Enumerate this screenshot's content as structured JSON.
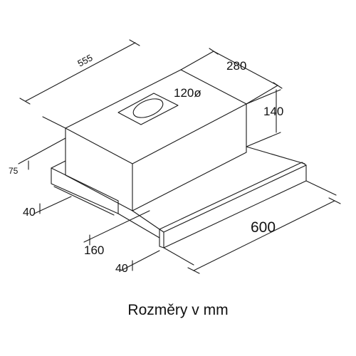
{
  "dimensions": {
    "depth": "555",
    "width_top": "280",
    "duct_diameter": "120ø",
    "height_top": "140",
    "left_offset": "75",
    "front_left_height": "40",
    "pullout_depth": "160",
    "front_panel_height": "40",
    "total_width": "600"
  },
  "caption": "Rozměry v mm",
  "colors": {
    "line": "#1a1a1a",
    "text": "#111111",
    "background": "#ffffff"
  }
}
